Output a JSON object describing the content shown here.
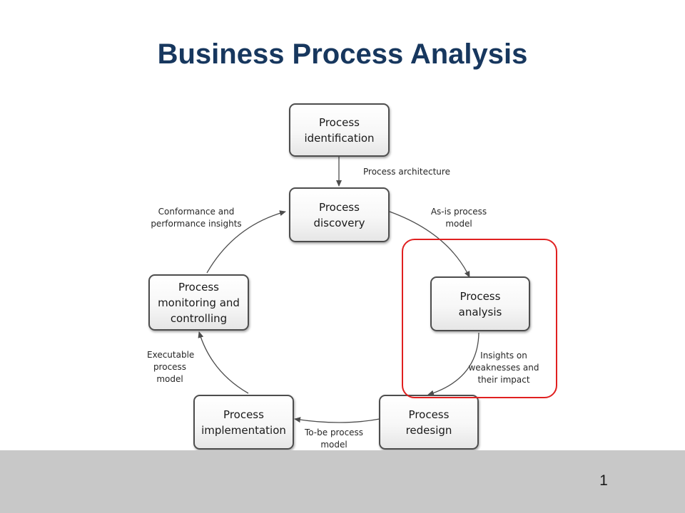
{
  "slide": {
    "title": "Business Process Analysis",
    "page_number": "1"
  },
  "diagram": {
    "boxes": {
      "identification": "Process\nidentification",
      "discovery": "Process\ndiscovery",
      "analysis": "Process\nanalysis",
      "redesign": "Process\nredesign",
      "implementation": "Process\nimplementation",
      "monitoring": "Process\nmonitoring and\ncontrolling"
    },
    "edge_labels": {
      "architecture": "Process architecture",
      "as_is": "As-is process\nmodel",
      "insights": "Insights on\nweaknesses and\ntheir impact",
      "to_be": "To-be process\nmodel",
      "executable": "Executable\nprocess\nmodel",
      "conformance": "Conformance and\nperformance insights"
    },
    "highlighted_phase": "analysis"
  },
  "colors": {
    "title": "#17375e",
    "highlight": "#e02020",
    "footer": "#c8c8c8",
    "box_border": "#4d4d4d",
    "arrow": "#4d4d4d"
  }
}
